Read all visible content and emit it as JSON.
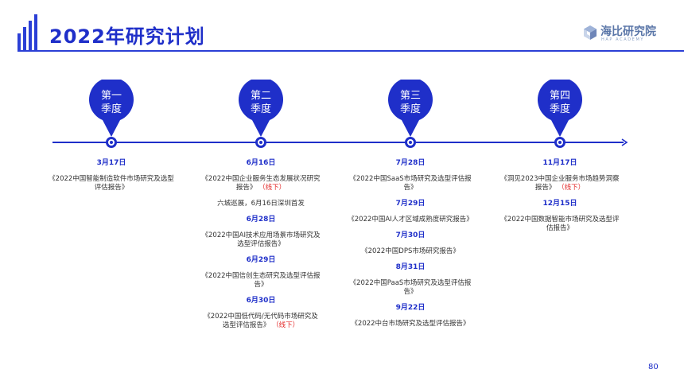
{
  "header": {
    "title": "2022年研究计划"
  },
  "logo": {
    "name": "海比研究院",
    "subtitle": "HAP ACADEMY"
  },
  "quarters": [
    {
      "line1": "第一",
      "line2": "季度"
    },
    {
      "line1": "第二",
      "line2": "季度"
    },
    {
      "line1": "第三",
      "line2": "季度"
    },
    {
      "line1": "第四",
      "line2": "季度"
    }
  ],
  "q1": {
    "d1": "3月17日",
    "r1a": "《2022中国智能制造软件市场研究及选型",
    "r1b": "评估报告》"
  },
  "q2": {
    "d1": "6月16日",
    "r1a": "《2022中国企业服务生态发展状况研究",
    "r1b": "报告》",
    "r1tag": "（线下）",
    "note": "六城巡展，6月16日深圳首发",
    "d2": "6月28日",
    "r2a": "《2022中国AI技术应用场景市场研究及",
    "r2b": "选型评估报告》",
    "d3": "6月29日",
    "r3a": "《2022中国信创生态研究及选型评估报",
    "r3b": "告》",
    "d4": "6月30日",
    "r4a": "《2022中国低代码/无代码市场研究及",
    "r4b": "选型评估报告》",
    "r4tag": "（线下）"
  },
  "q3": {
    "d1": "7月28日",
    "r1a": "《2022中国SaaS市场研究及选型评估报",
    "r1b": "告》",
    "d2": "7月29日",
    "r2a": "《2022中国AI人才区域成熟度研究报告》",
    "d3": "7月30日",
    "r3a": "《2022中国DPS市场研究报告》",
    "d4": "8月31日",
    "r4a": "《2022中国PaaS市场研究及选型评估报",
    "r4b": "告》",
    "d5": "9月22日",
    "r5a": "《2022中台市场研究及选型评估报告》"
  },
  "q4": {
    "d1": "11月17日",
    "r1a": "《洞见2023中国企业服务市场趋势洞察",
    "r1b": "报告》",
    "r1tag": "（线下）",
    "d2": "12月15日",
    "r2a": "《2022中国数据智能市场研究及选型评",
    "r2b": "估报告》"
  },
  "footer": {
    "page": "80"
  },
  "colors": {
    "primary": "#1f2fc9",
    "accent_red": "#e32626"
  }
}
